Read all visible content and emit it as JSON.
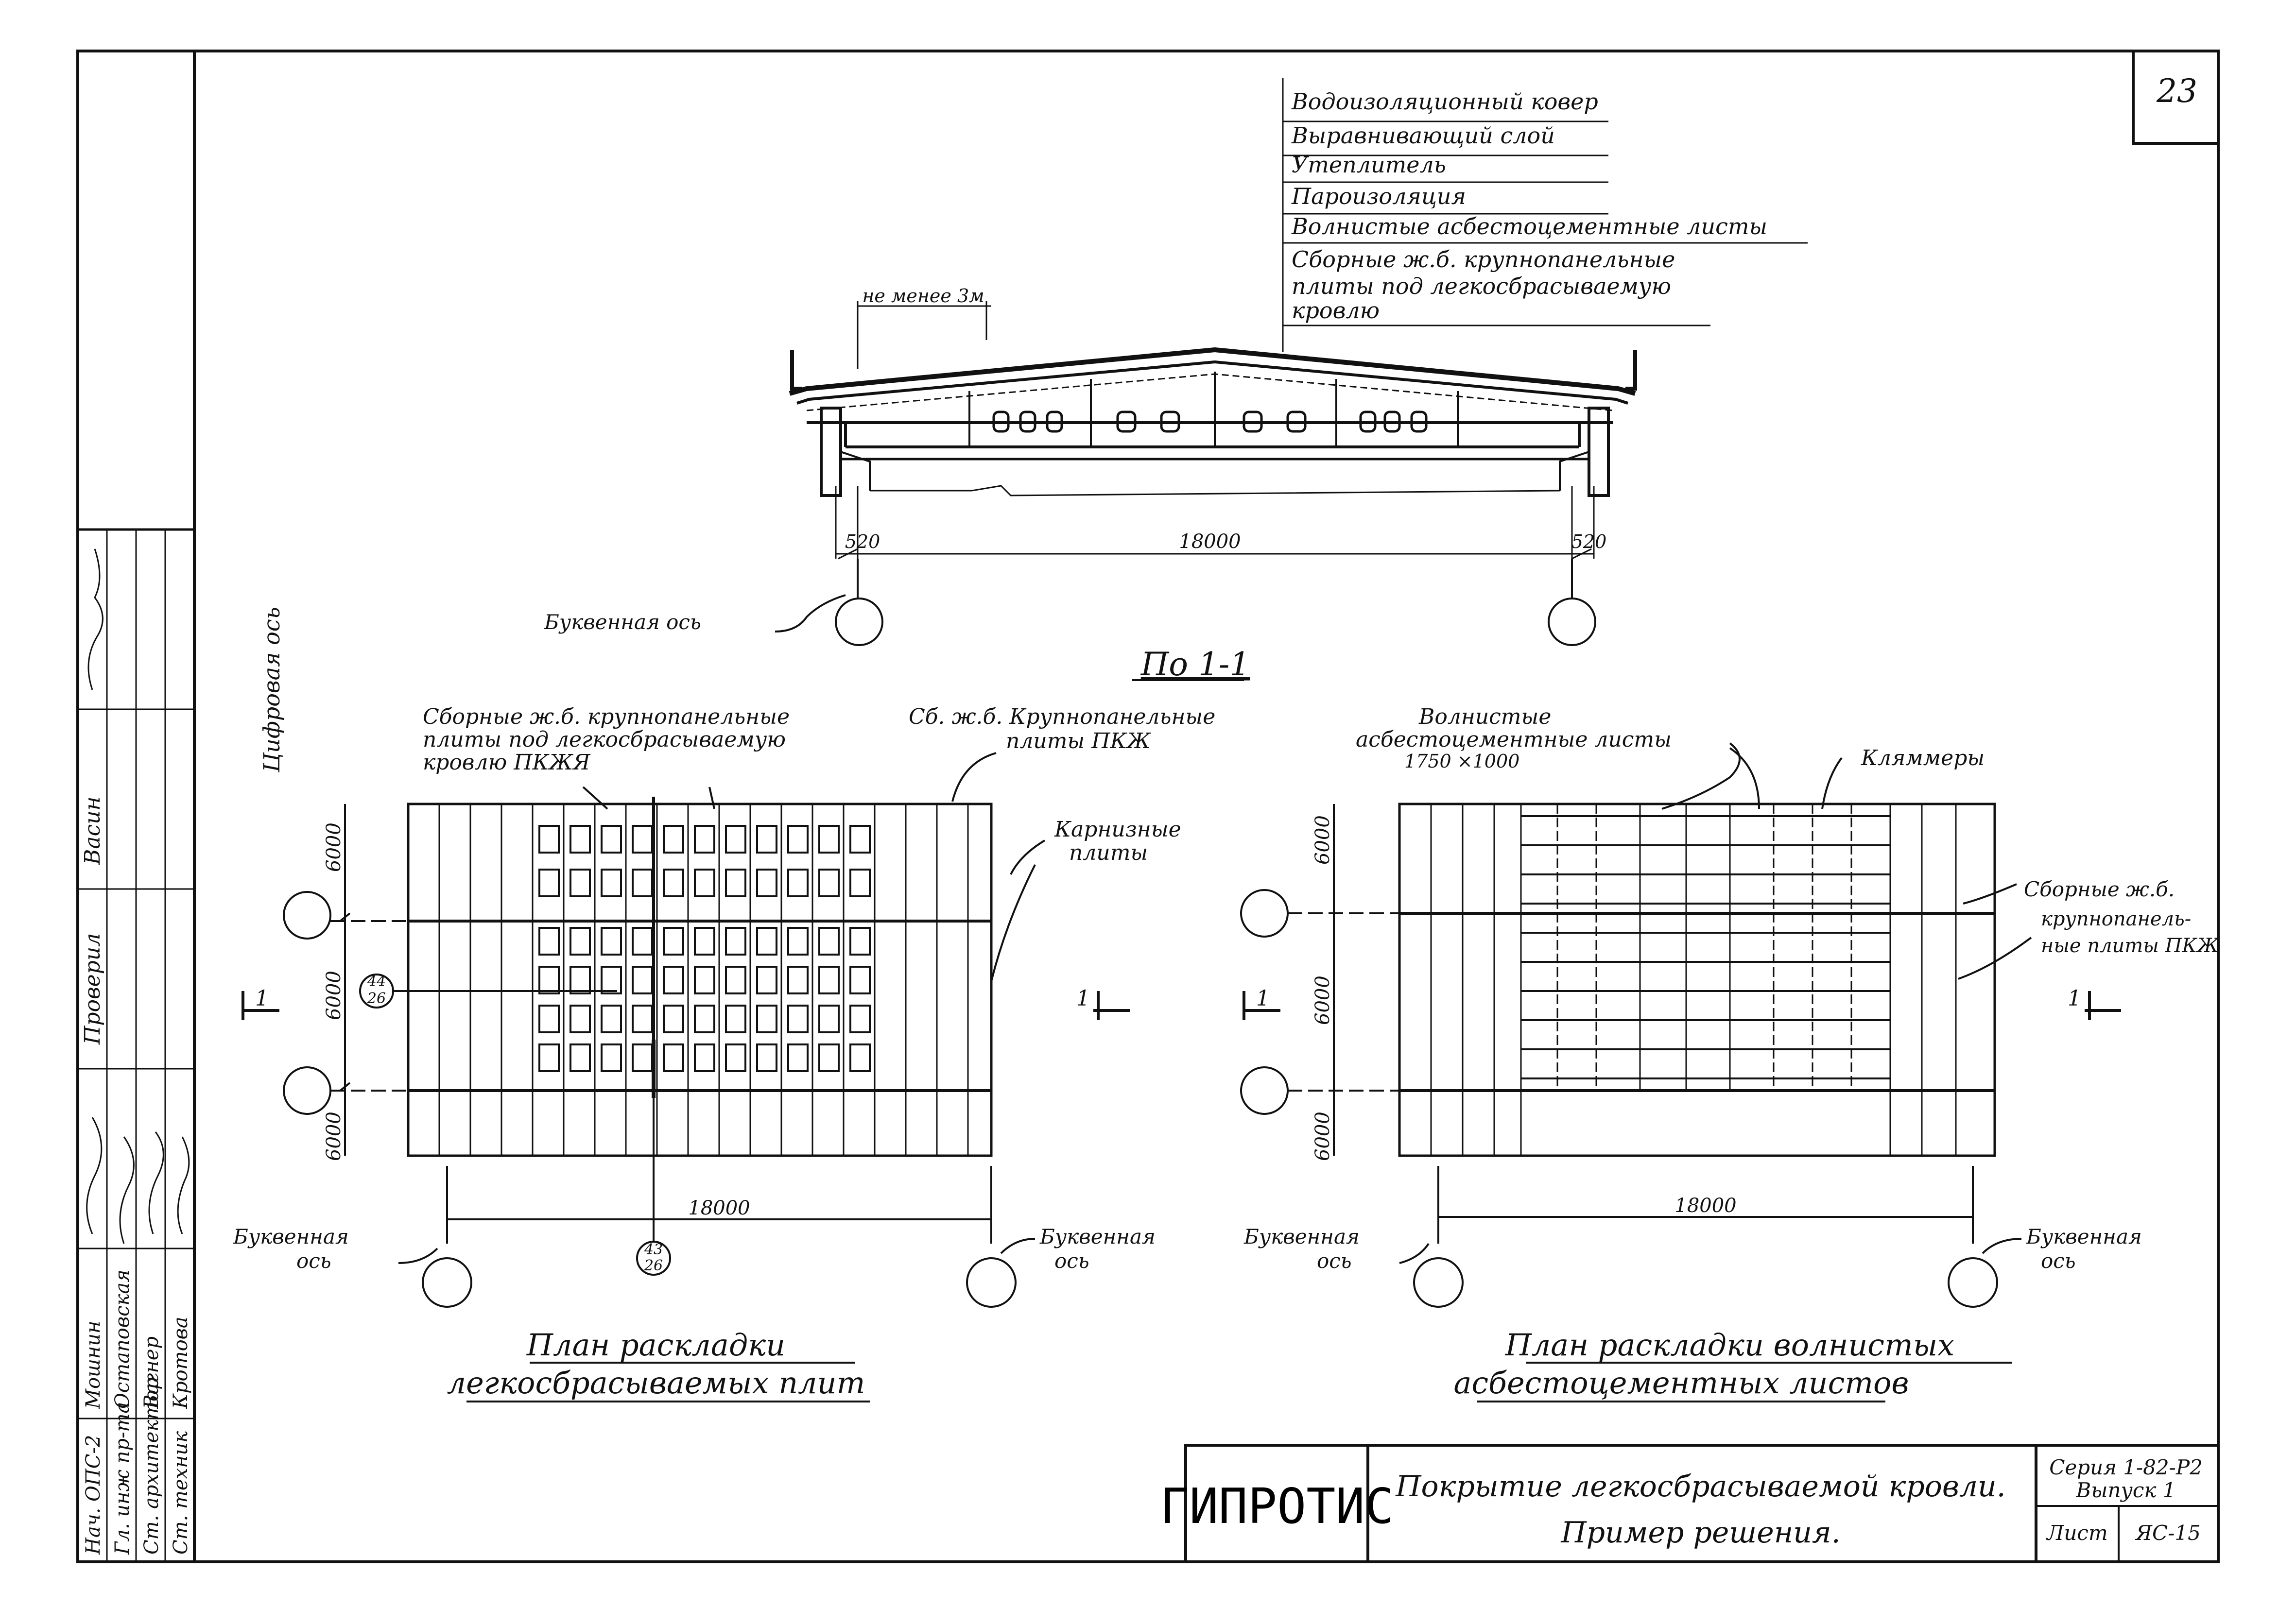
{
  "sheet": {
    "number": "23",
    "org": "ГИПРОТИС",
    "title_line1": "Покрытие легкосбрасываемой кровли.",
    "title_line2": "Пример решения.",
    "series": "Серия 1-82-Р2",
    "issue": "Выпуск 1",
    "list_label": "Лист",
    "list_code": "ЯС-15"
  },
  "stamp": {
    "rows": [
      {
        "role": "Нач. ОПС-2",
        "name": "Мошнин"
      },
      {
        "role": "Гл. инж пр-та",
        "name": "Остаповская"
      },
      {
        "role": "Ст. архитектор",
        "name": "Вагнер"
      },
      {
        "role": "Ст. техник",
        "name": "Кротова"
      }
    ],
    "check_label": "Проверил",
    "check_name": "Васин"
  },
  "section": {
    "layers": [
      "Водоизоляционный ковер",
      "Выравнивающий слой",
      "Утеплитель",
      "Пароизоляция",
      "Волнистые асбестоцементные листы",
      "Сборные ж.б. крупнопанельные",
      "плиты под легкосбрасываемую",
      "кровлю"
    ],
    "min_label": "не менее 3м",
    "dim_left": "520",
    "dim_span": "18000",
    "dim_right": "520",
    "axis_label": "Буквенная ось",
    "cut_label": "По 1-1"
  },
  "plan_left": {
    "callout_a": [
      "Сборные ж.б. крупнопанельные",
      "плиты под легкосбрасываемую",
      "кровлю ПКЖЯ"
    ],
    "callout_b": [
      "Сб. ж.б. Крупнопанельные",
      "плиты ПКЖ"
    ],
    "callout_c": [
      "Карнизные",
      "плиты"
    ],
    "digit_axis": "Цифровая ось",
    "dims_v": [
      "6000",
      "6000",
      "6000"
    ],
    "dim_h": "18000",
    "ref_top": [
      "44",
      "26"
    ],
    "ref_bottom": [
      "43",
      "26"
    ],
    "axis_left": [
      "Буквенная",
      "ось"
    ],
    "axis_right": [
      "Буквенная",
      "ось"
    ],
    "cut_mark": "1",
    "caption1": "План раскладки",
    "caption2": "легкосбрасываемых плит"
  },
  "plan_right": {
    "callout_a": [
      "Волнистые",
      "асбестоцементные листы",
      "1750 ×1000"
    ],
    "callout_b": "Кляммеры",
    "callout_c": [
      "Сборные ж.б.",
      "крупнопанель-",
      "ные плиты ПКЖ"
    ],
    "dims_v": [
      "6000",
      "6000",
      "6000"
    ],
    "dim_h": "18000",
    "axis_left": [
      "Буквенная",
      "ось"
    ],
    "axis_right": [
      "Буквенная",
      "ось"
    ],
    "cut_mark": "1",
    "caption1": "План раскладки волнистых",
    "caption2": "асбестоцементных листов"
  }
}
